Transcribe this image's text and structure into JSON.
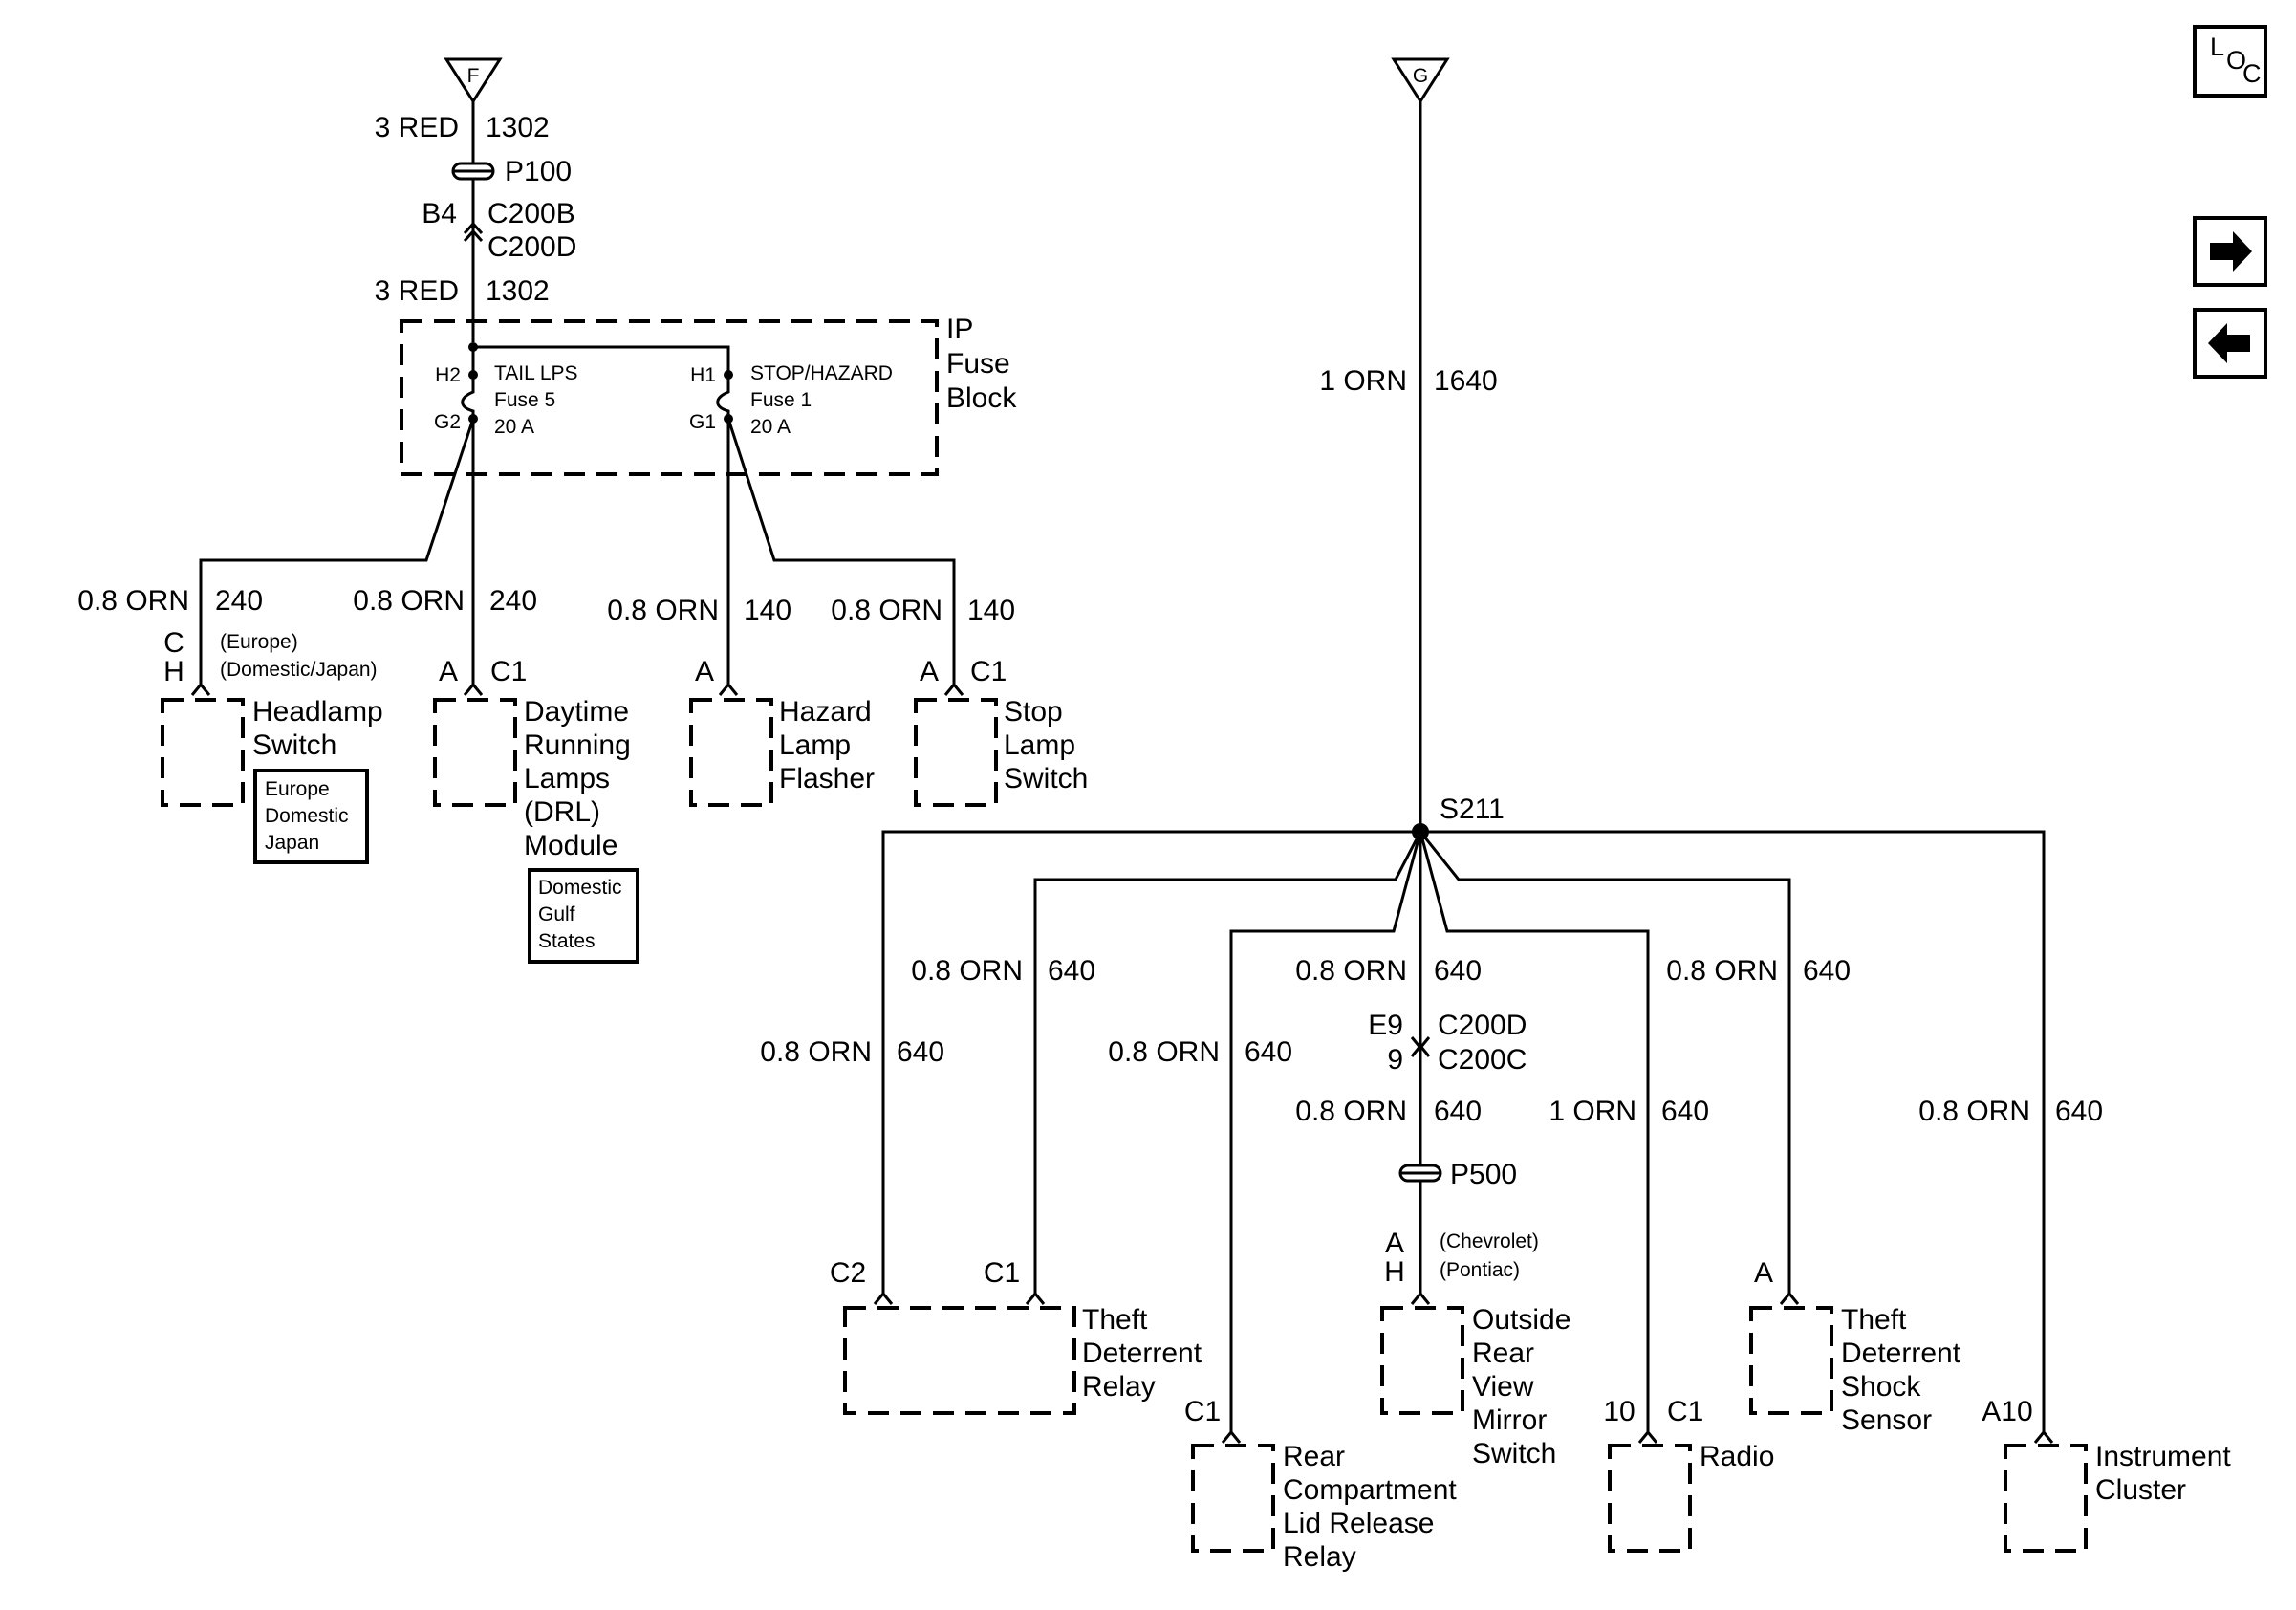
{
  "fuse_block": {
    "title": [
      "IP",
      "Fuse",
      "Block"
    ],
    "fuse_tail": {
      "pin_in": "H2",
      "pin_out": "G2",
      "name": "TAIL LPS",
      "fuse": "Fuse 5",
      "rating": "20 A"
    },
    "fuse_stop": {
      "pin_in": "H1",
      "pin_out": "G1",
      "name": "STOP/HAZARD",
      "fuse": "Fuse 1",
      "rating": "20 A"
    }
  },
  "feed_f": {
    "letter": "F",
    "wire_top": {
      "gauge": "3 RED",
      "circuit": "1302"
    },
    "splice": "P100",
    "connector": {
      "pin": "B4",
      "name1": "C200B",
      "name2": "C200D"
    },
    "wire_bottom": {
      "gauge": "3 RED",
      "circuit": "1302"
    }
  },
  "feed_g": {
    "letter": "G",
    "wire": {
      "gauge": "1 ORN",
      "circuit": "1640"
    },
    "splice": "S211"
  },
  "nav": {
    "loc_label": "LOC",
    "forward_icon": "arrow-right-icon",
    "back_icon": "arrow-left-icon"
  },
  "left_branches": {
    "headlamp": {
      "gauge": "0.8 ORN",
      "circuit": "240",
      "pin1": "C",
      "pin2": "H",
      "note1": "(Europe)",
      "note2": "(Domestic/Japan)",
      "label": [
        "Headlamp",
        "Switch"
      ],
      "tag": [
        "Europe",
        "Domestic",
        "Japan"
      ]
    },
    "drl": {
      "gauge": "0.8 ORN",
      "circuit": "240",
      "pin": "A",
      "conn": "C1",
      "label": [
        "Daytime",
        "Running",
        "Lamps",
        "(DRL)",
        "Module"
      ],
      "tag": [
        "Domestic",
        "Gulf",
        "States"
      ]
    },
    "hazard": {
      "gauge": "0.8 ORN",
      "circuit": "140",
      "pin": "A",
      "label": [
        "Hazard",
        "Lamp",
        "Flasher"
      ]
    },
    "stop": {
      "gauge": "0.8 ORN",
      "circuit": "140",
      "pin": "A",
      "conn": "C1",
      "label": [
        "Stop",
        "Lamp",
        "Switch"
      ]
    }
  },
  "right_branches": {
    "theft_relay": {
      "wire1": {
        "gauge": "0.8 ORN",
        "circuit": "640"
      },
      "wire2": {
        "gauge": "0.8 ORN",
        "circuit": "640"
      },
      "pin1": "C2",
      "pin2": "C1",
      "label": [
        "Theft",
        "Deterrent",
        "Relay"
      ]
    },
    "rear_comp": {
      "wire": {
        "gauge": "0.8 ORN",
        "circuit": "640"
      },
      "pin": "C1",
      "label": [
        "Rear",
        "Compartment",
        "Lid Release",
        "Relay"
      ]
    },
    "mirror": {
      "wire_top": {
        "gauge": "0.8 ORN",
        "circuit": "640"
      },
      "connector": {
        "pin1": "E9",
        "pin2": "9",
        "name1": "C200D",
        "name2": "C200C"
      },
      "wire_bottom": {
        "gauge": "0.8 ORN",
        "circuit": "640"
      },
      "splice": "P500",
      "pin1": "A",
      "pin2": "H",
      "note1": "(Chevrolet)",
      "note2": "(Pontiac)",
      "label": [
        "Outside",
        "Rear",
        "View",
        "Mirror",
        "Switch"
      ]
    },
    "radio": {
      "wire": {
        "gauge": "1 ORN",
        "circuit": "640"
      },
      "pin": "10",
      "conn": "C1",
      "label": [
        "Radio"
      ]
    },
    "shock": {
      "wire": {
        "gauge": "0.8 ORN",
        "circuit": "640"
      },
      "pin": "A",
      "label": [
        "Theft",
        "Deterrent",
        "Shock",
        "Sensor"
      ]
    },
    "cluster": {
      "wire": {
        "gauge": "0.8 ORN",
        "circuit": "640"
      },
      "pin": "A10",
      "label": [
        "Instrument",
        "Cluster"
      ]
    }
  }
}
